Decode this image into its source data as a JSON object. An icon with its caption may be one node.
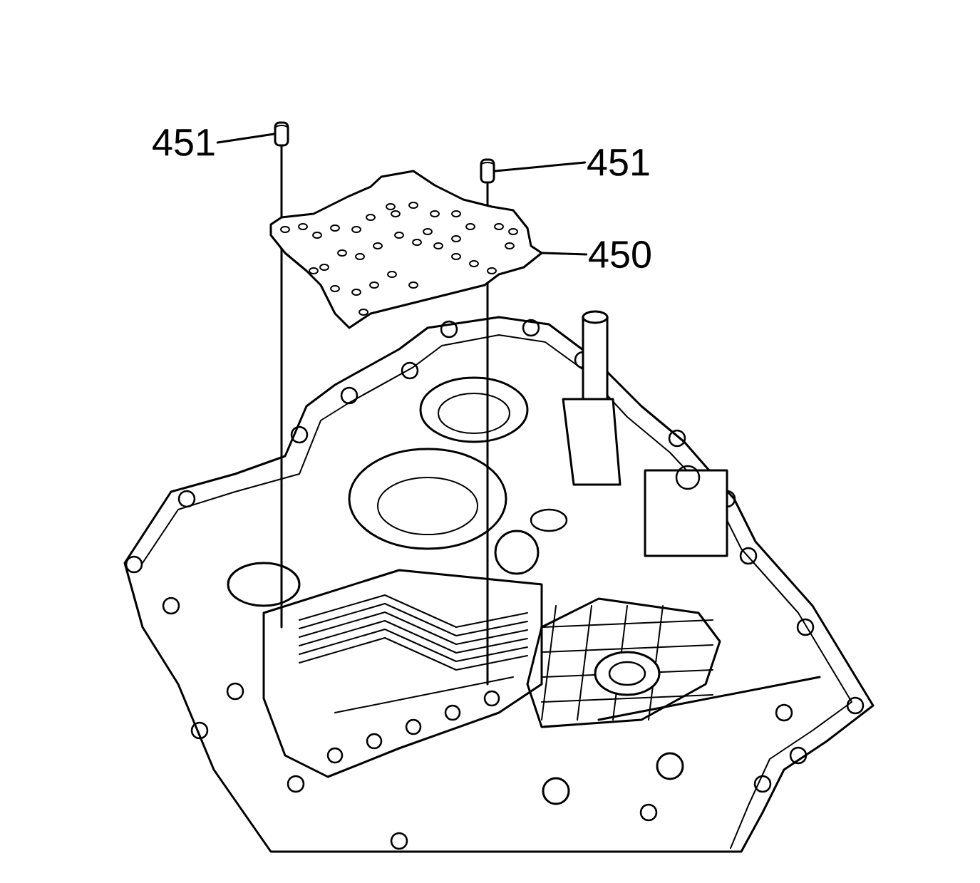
{
  "diagram": {
    "nodes": [
      {
        "text": [
          "451"
        ]
      },
      {
        "text": [],
        "shape": "cylinder"
      },
      {
        "text": [
          "451"
        ]
      },
      {
        "text": [],
        "shape": "cylinder"
      },
      {
        "text": [
          "450"
        ]
      },
      {
        "text": [],
        "shape": "picture"
      }
    ],
    "edges": [
      {
        "from": 0,
        "to": 1,
        "arrow": "none"
      },
      {
        "from": 2,
        "to": 3,
        "arrow": "none"
      },
      {
        "from": 4,
        "to": 5,
        "arrow": "none"
      }
    ]
  }
}
